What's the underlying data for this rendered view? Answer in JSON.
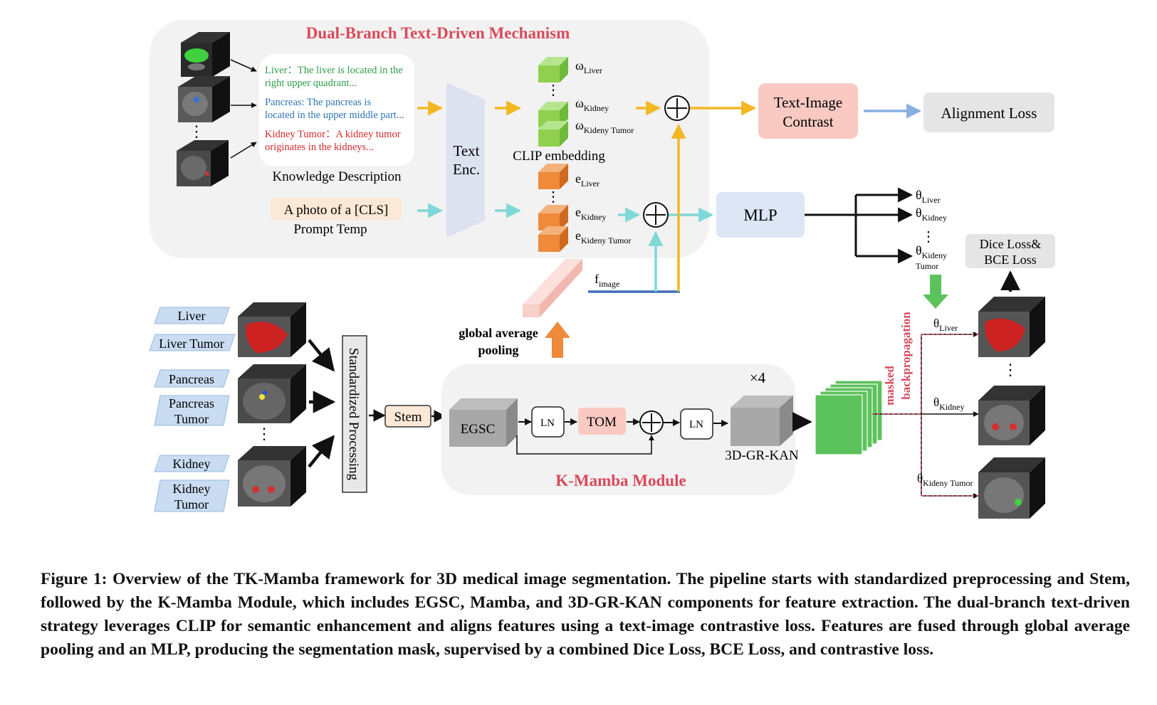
{
  "diagram": {
    "top_panel_title": "Dual-Branch Text-Driven Mechanism",
    "knowledge": [
      {
        "organ": "Liver",
        "sep": "：",
        "text": "The liver is located in the",
        "text2": "right upper quadrant...",
        "color": "#2e9e4a"
      },
      {
        "organ": "Pancreas",
        "sep": ": ",
        "text": "The pancreas is",
        "text2": "located in the upper middle part...",
        "color": "#2f74b5"
      },
      {
        "organ": "Kidney Tumor",
        "sep": "：",
        "text": "A kidney tumor",
        "text2": "originates in the kidneys...",
        "color": "#d42a2a"
      }
    ],
    "knowledge_label": "Knowledge Description",
    "prompt_text": "A photo of a [CLS]",
    "prompt_label": "Prompt Temp",
    "text_encoder": [
      "Text",
      "Enc."
    ],
    "omega": [
      {
        "sym": "ω",
        "sub": "Liver"
      },
      {
        "sym": "ω",
        "sub": "Kidney"
      },
      {
        "sym": "ω",
        "sub": "Kideny Tumor"
      }
    ],
    "clip_label": "CLIP embedding",
    "e": [
      {
        "sym": "e",
        "sub": "Liver"
      },
      {
        "sym": "e",
        "sub": "Kidney"
      },
      {
        "sym": "e",
        "sub": "Kideny Tumor"
      }
    ],
    "text_image_contrast": [
      "Text-Image",
      "Contrast"
    ],
    "alignment_loss": "Alignment Loss",
    "mlp": "MLP",
    "theta_out": [
      {
        "sym": "θ",
        "sub": "Liver"
      },
      {
        "sym": "θ",
        "sub": "Kidney"
      },
      {
        "sym": "θ",
        "sub": "Kideny",
        "sub2": "Tumor"
      }
    ],
    "dice_loss": [
      "Dice Loss&",
      "BCE Loss"
    ],
    "f_image": {
      "sym": "f",
      "sub": "image"
    },
    "gap_label": [
      "global average",
      "pooling"
    ],
    "organ_labels": [
      "Liver",
      "Liver Tumor",
      "Pancreas",
      "Pancreas",
      "Tumor",
      "Kidney",
      "Kidney",
      "Tumor"
    ],
    "standardized": "Standardized Processing",
    "stem": "Stem",
    "kmamba": {
      "title": "K-Mamba Module",
      "repeat": "×4",
      "egsc": "EGSC",
      "ln": "LN",
      "tom": "TOM",
      "kan": "3D-GR-KAN"
    },
    "masked_bp": [
      "masked",
      "backpropagation"
    ],
    "theta_seg": [
      {
        "sym": "θ",
        "sub": "Liver"
      },
      {
        "sym": "θ",
        "sub": "Kidney"
      },
      {
        "sym": "θ",
        "sub": "Kideny Tumor"
      }
    ],
    "ellipsis": "⋮",
    "colors": {
      "panel_bg": "#f2f2f2",
      "title_red": "#d94a5a",
      "green_cube": "#8fd14f",
      "orange_cube": "#ee8a3a",
      "yellow_arrow": "#f2b824",
      "cyan_arrow": "#7fd8d8",
      "blue_line": "#3e6fb8",
      "contrast_box": "#f9c9c2",
      "mlp_box": "#dce6f5",
      "grey_box": "#e5e5e5",
      "organ_label": "#c9dcf2",
      "feature_green": "#5cc25c"
    }
  },
  "caption": "Figure 1: Overview of the TK-Mamba framework for 3D medical image segmentation. The pipeline starts with standardized preprocessing and Stem, followed by the K-Mamba Module, which includes EGSC, Mamba, and 3D-GR-KAN components for feature extraction. The dual-branch text-driven strategy leverages CLIP for semantic enhancement and aligns features using a text-image contrastive loss. Features are fused through global average pooling and an MLP, producing the segmentation mask, supervised by a combined Dice Loss, BCE Loss, and contrastive loss."
}
